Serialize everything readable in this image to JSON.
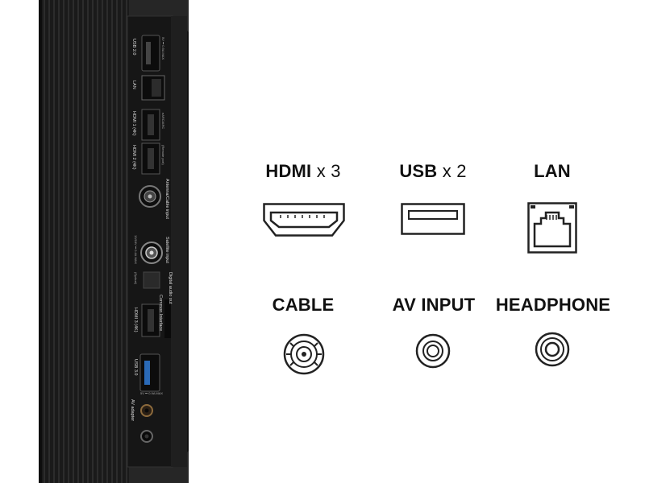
{
  "tv_panel": {
    "port_labels": [
      "USB 2.0",
      "LAN",
      "HDMI 1 (4K)",
      "HDMI 2 (4K)",
      "Antenna/Cable input",
      "Satellite input",
      "Digital audio out",
      "HDMI 3 (4K)",
      "Common Interface",
      "USB 3.0",
      "AV adapter"
    ],
    "small_labels": [
      "5V ⎓ 0.5A MAX",
      "eARC/ARC",
      "(Remote port)",
      "13/18V ⎓ 0.4A MAX",
      "(Optical)",
      "5V ⎓ 0.9A MAX"
    ]
  },
  "ports": [
    {
      "name": "HDMI",
      "count": "x 3",
      "icon": "hdmi-port-icon"
    },
    {
      "name": "USB",
      "count": "x 2",
      "icon": "usb-port-icon"
    },
    {
      "name": "LAN",
      "count": "",
      "icon": "ethernet-port-icon"
    },
    {
      "name": "CABLE",
      "count": "",
      "icon": "coaxial-port-icon"
    },
    {
      "name": "AV INPUT",
      "count": "",
      "icon": "rca-jack-icon"
    },
    {
      "name": "HEADPHONE",
      "count": "",
      "icon": "headphone-jack-icon"
    }
  ],
  "colors": {
    "icon_stroke": "#222222",
    "panel_dark": "#1b1b1b",
    "panel_ribs": "#2a2a2a"
  }
}
